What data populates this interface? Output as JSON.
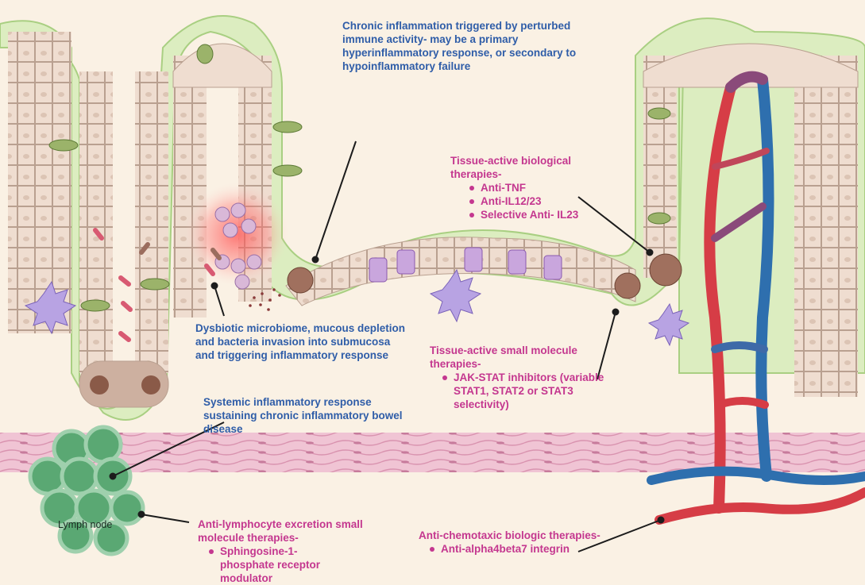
{
  "labels": {
    "chronic_inflammation": "Chronic inflammation triggered by perturbed immune activity- may be a primary hyperinflammatory response, or secondary to hypoinflammatory failure",
    "tissue_bio_title": "Tissue-active biological therapies-",
    "tissue_bio_items": [
      "Anti-TNF",
      "Anti-IL12/23",
      "Selective Anti- IL23"
    ],
    "dysbiotic": "Dysbiotic microbiome, mucous depletion and bacteria invasion into submucosa and triggering inflammatory response",
    "small_molecule_title": "Tissue-active small molecule therapies-",
    "small_molecule_items": [
      "JAK-STAT inhibitors (variable STAT1, STAT2 or STAT3 selectivity)"
    ],
    "systemic": "Systemic inflammatory response sustaining chronic inflammatory bowel disease",
    "lymphocyte_title": "Anti-lymphocyte excretion small molecule therapies-",
    "lymphocyte_items": [
      "Sphingosine-1-phosphate receptor modulator"
    ],
    "chemotaxic_title": "Anti-chemotaxic biologic therapies-",
    "chemotaxic_items": [
      "Anti-alpha4beta7 integrin"
    ],
    "lymph_node": "Lymph node"
  },
  "colors": {
    "background": "#faf1e4",
    "mucosa_green": "#dcedc0",
    "epithelium": "#efddd0",
    "blue_text": "#2f5da8",
    "magenta_text": "#c4378f",
    "artery": "#d63d46",
    "vein": "#2e6fae",
    "muscle": "#e9b4c8",
    "lymph": "#5aa873"
  }
}
